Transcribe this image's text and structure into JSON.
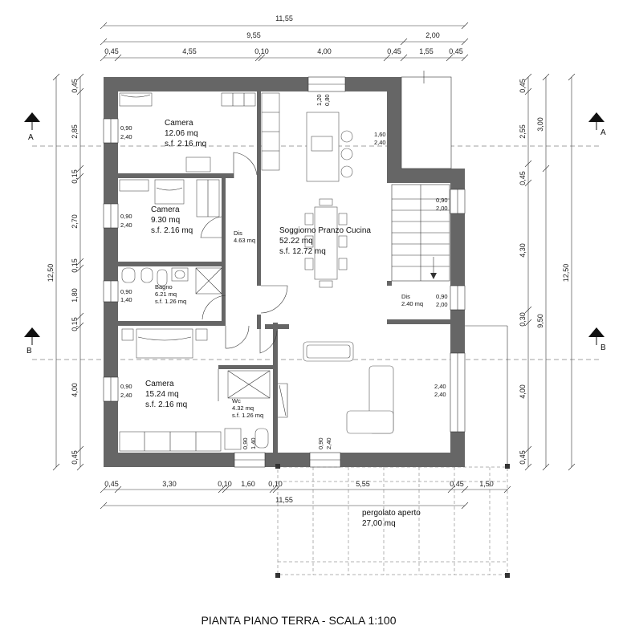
{
  "title": "PIANTA PIANO TERRA - SCALA 1:100",
  "dims_top": {
    "total": "11,55",
    "sub_a": "9,55",
    "sub_b": "2,00",
    "parts": [
      "0,45",
      "4,55",
      "0,10",
      "4,00",
      "0,45",
      "1,55",
      "0,45"
    ]
  },
  "dims_bottom": {
    "parts": [
      "0,45",
      "3,30",
      "0,10",
      "1,60",
      "0,10",
      "5,55",
      "0,45",
      "1,50"
    ],
    "total": "11,55"
  },
  "dims_left": {
    "total": "12,50",
    "parts": [
      "0,45",
      "2,85",
      "0,15",
      "2,70",
      "0,15",
      "1,80",
      "0,15",
      "4,00",
      "0,45"
    ]
  },
  "dims_right": {
    "total": "12,50",
    "sub": "9,50",
    "sub_top": "3,00",
    "parts": [
      "0,45",
      "2,55",
      "0,45",
      "4,30",
      "0,30",
      "4,00",
      "0,45"
    ]
  },
  "sections": {
    "a": "A",
    "b": "B"
  },
  "rooms": {
    "camera1": {
      "name": "Camera",
      "area": "12.06 mq",
      "sf": "s.f. 2.16 mq"
    },
    "camera2": {
      "name": "Camera",
      "area": "9.30 mq",
      "sf": "s.f. 2.16 mq"
    },
    "bagno": {
      "name": "Bagno",
      "area": "6.21 mq",
      "sf": "s.f. 1.26 mq"
    },
    "camera3": {
      "name": "Camera",
      "area": "15.24 mq",
      "sf": "s.f. 2.16 mq"
    },
    "wc": {
      "name": "Wc",
      "area": "4.32 mq",
      "sf": "s.f. 1.26 mq"
    },
    "dis1": {
      "name": "Dis",
      "area": "4.63 mq"
    },
    "soggiorno": {
      "name": "Soggiorno Pranzo Cucina",
      "area": "52.22 mq",
      "sf": "s.f. 12.72 mq"
    },
    "dis2": {
      "name": "Dis",
      "area": "2.40 mq"
    },
    "pergolato": {
      "name": "pergolato aperto",
      "area": "27,00 mq"
    }
  },
  "windows": {
    "w1": [
      "0,90",
      "2,40"
    ],
    "w2": [
      "0,90",
      "2,40"
    ],
    "w3": [
      "0,90",
      "1,40"
    ],
    "w4": [
      "0,90",
      "2,40"
    ],
    "w5": [
      "1,20",
      "0,80"
    ],
    "w6": [
      "1,60",
      "2,40"
    ],
    "w7": [
      "0,90",
      "2,00"
    ],
    "w8": [
      "0,90",
      "2,00"
    ],
    "w9": [
      "2,40",
      "2,40"
    ],
    "w10": [
      "0,90",
      "1,40"
    ],
    "w11": [
      "0,90",
      "2,40"
    ]
  }
}
